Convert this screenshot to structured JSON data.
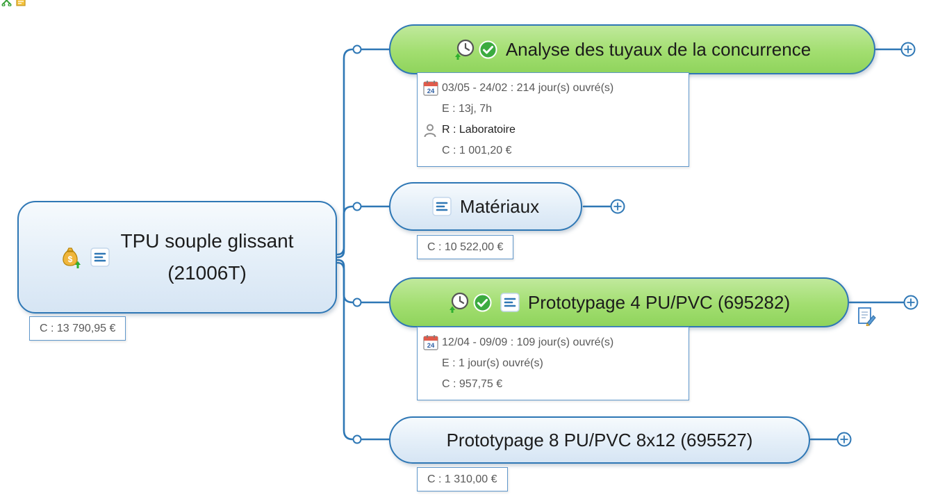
{
  "app": {
    "description": "Mind map project view",
    "colors": {
      "line": "#2e77b5",
      "green_fill": "#a2de70",
      "blue_fill": "#e3eef8",
      "detail_text": "#595959"
    }
  },
  "icons": {
    "calendar_day": "24",
    "expand_glyph": "+"
  },
  "root": {
    "title": "TPU souple glissant (21006T)",
    "cost": "C : 13 790,95 €"
  },
  "topics": [
    {
      "title": "Analyse des tuyaux de la concurrence",
      "color": "green",
      "details": [
        "03/05 - 24/02 : 214 jour(s) ouvré(s)",
        "E : 13j, 7h",
        "R : Laboratoire",
        "C : 1 001,20 €"
      ]
    },
    {
      "title": "Matériaux",
      "color": "blue",
      "cost": "C : 10 522,00 €"
    },
    {
      "title": "Prototypage 4 PU/PVC (695282)",
      "color": "green",
      "details": [
        "12/04 - 09/09 : 109 jour(s) ouvré(s)",
        "E : 1 jour(s) ouvré(s)",
        "C : 957,75 €"
      ]
    },
    {
      "title": "Prototypage 8 PU/PVC 8x12 (695527)",
      "color": "blue",
      "cost": "C : 1 310,00 €"
    }
  ]
}
